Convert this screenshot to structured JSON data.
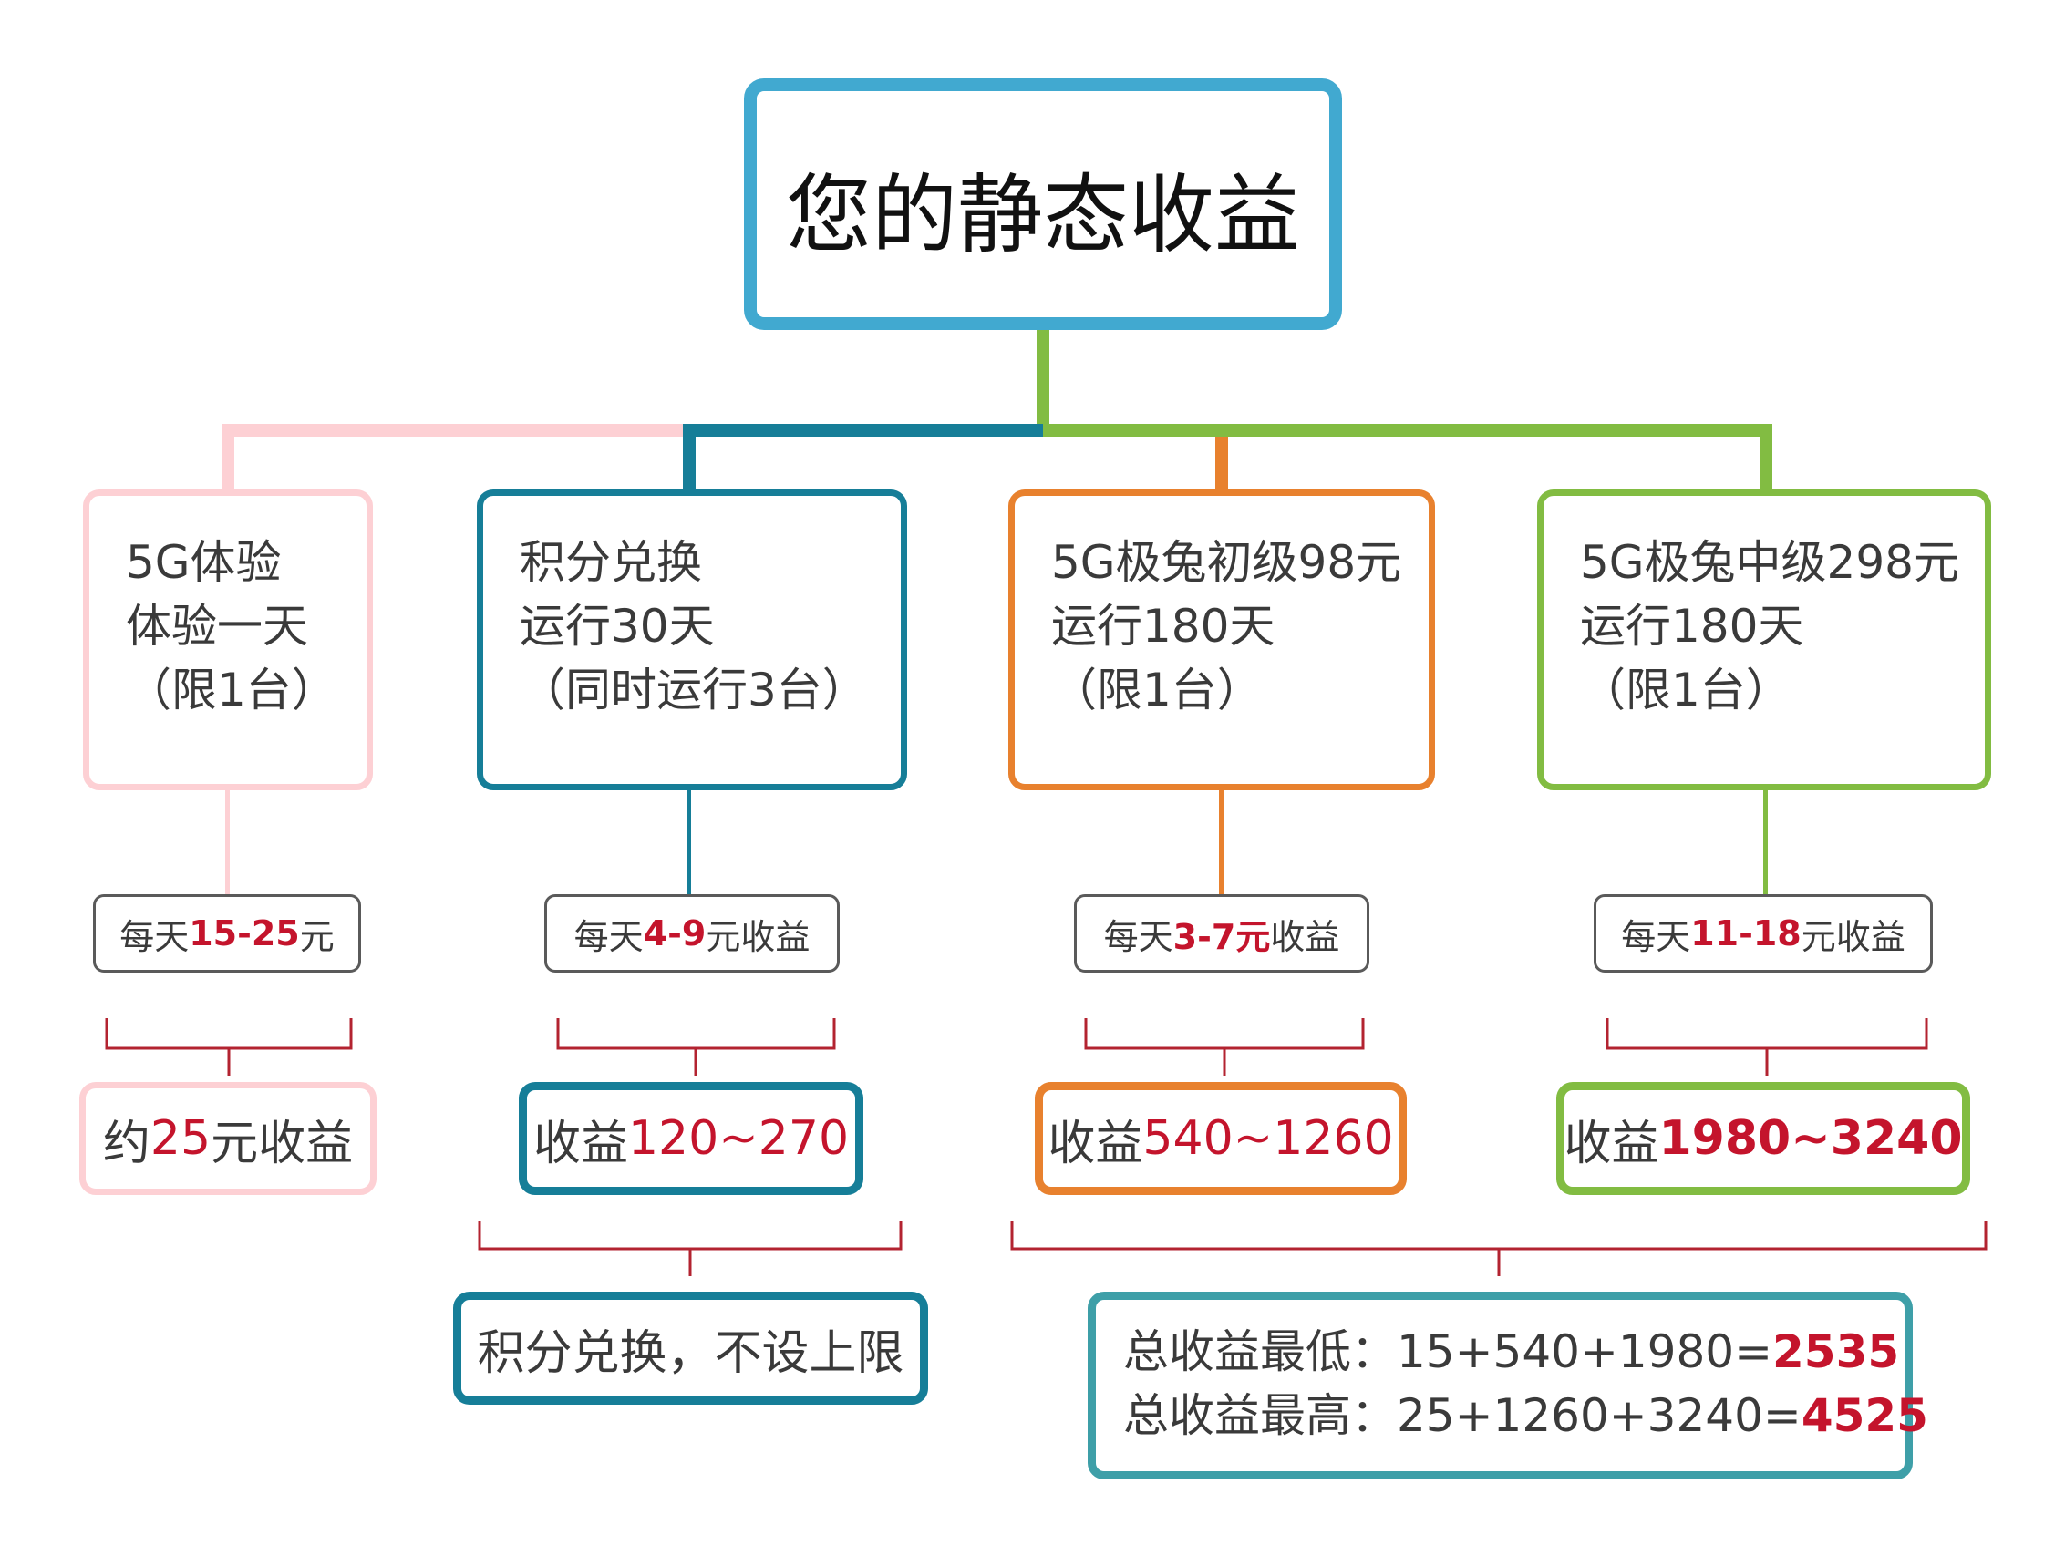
{
  "title": "您的静态收益",
  "colors": {
    "root": "#41a9d0",
    "pink": "#fdd0d4",
    "teal": "#167e98",
    "orange": "#e8812e",
    "green": "#82bc42",
    "red": "#c4142c",
    "dark_red": "#b32330",
    "summary": "#3e9fa8"
  },
  "packages": [
    {
      "lines": [
        "5G体验",
        "体验一天",
        "（限1台）"
      ],
      "daily_prefix": "每天",
      "daily_value": "15-25",
      "daily_suffix": "元",
      "result_prefix": "约",
      "result_value": "25",
      "result_suffix": "元收益"
    },
    {
      "lines": [
        "积分兑换",
        "运行30天",
        "（同时运行3台）"
      ],
      "daily_prefix": "每天",
      "daily_value": "4-9",
      "daily_suffix": "元收益",
      "result_prefix": "收益",
      "result_value": "120~270"
    },
    {
      "lines": [
        "5G极兔初级98元",
        "运行180天",
        "（限1台）"
      ],
      "daily_prefix": "每天",
      "daily_value": "3-7元",
      "daily_suffix": "收益",
      "result_prefix": "收益",
      "result_value": "540~1260"
    },
    {
      "lines": [
        "5G极兔中级298元",
        "运行180天",
        "（限1台）"
      ],
      "daily_prefix": "每天",
      "daily_value": "11-18",
      "daily_suffix": "元收益",
      "result_prefix": "收益",
      "result_value": "1980~3240"
    }
  ],
  "points_box": "积分兑换，不设上限",
  "summary": {
    "min_label": "总收益最低：15+540+1980=",
    "min_value": "2535",
    "max_label": "总收益最高：25+1260+3240=",
    "max_value": "4525"
  }
}
